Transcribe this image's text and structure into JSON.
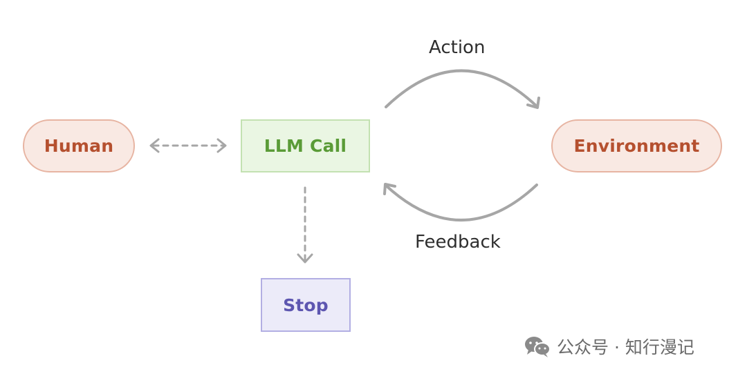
{
  "nodes": {
    "human": "Human",
    "llm_call": "LLM Call",
    "environment": "Environment",
    "stop": "Stop"
  },
  "edges": {
    "action": "Action",
    "feedback": "Feedback"
  },
  "watermark": {
    "icon": "wechat-icon",
    "text": "公众号 · 知行漫记"
  },
  "colors": {
    "human_env_fill": "#f9e9e3",
    "human_env_border": "#e7b4a2",
    "human_env_text": "#b5502f",
    "llm_fill": "#eaf6e3",
    "llm_border": "#c3e1b1",
    "llm_text": "#5a9b37",
    "stop_fill": "#ecebf9",
    "stop_border": "#b2aee3",
    "stop_text": "#5d56b0",
    "arrow": "#a6a6a6"
  }
}
